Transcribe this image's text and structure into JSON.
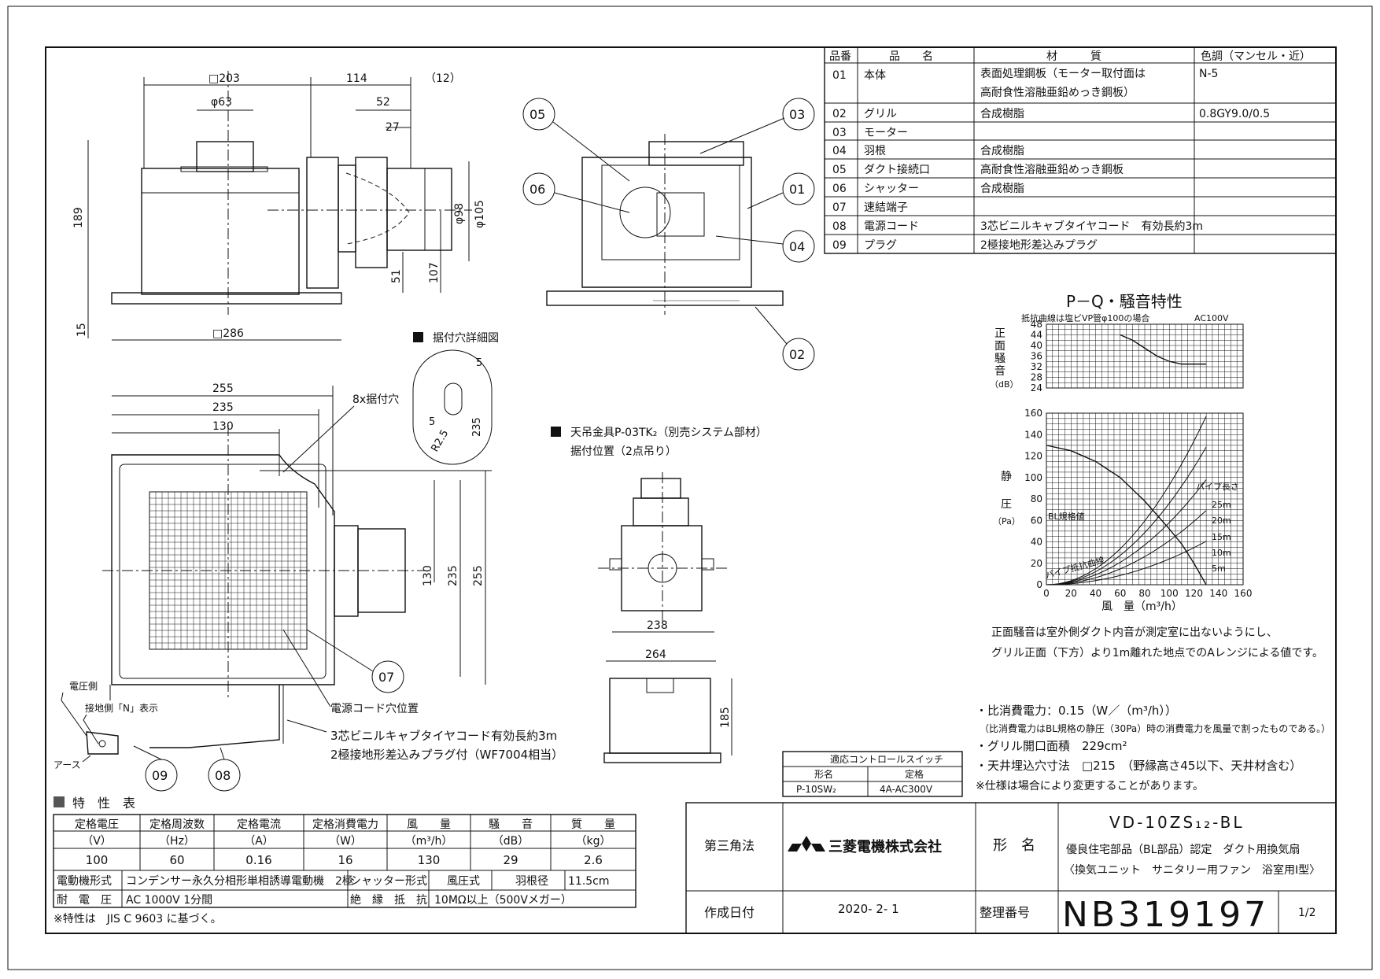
{
  "parts_table": {
    "headers": [
      "品番",
      "品　　名",
      "材　　　質",
      "色調（マンセル・近）"
    ],
    "rows": [
      {
        "no": "01",
        "name": "本体",
        "material": "表面処理鋼板（モーター取付面は",
        "material2": "高耐食性溶融亜鉛めっき鋼板）",
        "color": "N-5"
      },
      {
        "no": "02",
        "name": "グリル",
        "material": "合成樹脂",
        "material2": "",
        "color": "0.8GY9.0/0.5"
      },
      {
        "no": "03",
        "name": "モーター",
        "material": "",
        "material2": "",
        "color": ""
      },
      {
        "no": "04",
        "name": "羽根",
        "material": "合成樹脂",
        "material2": "",
        "color": ""
      },
      {
        "no": "05",
        "name": "ダクト接続口",
        "material": "高耐食性溶融亜鉛めっき鋼板",
        "material2": "",
        "color": ""
      },
      {
        "no": "06",
        "name": "シャッター",
        "material": "合成樹脂",
        "material2": "",
        "color": ""
      },
      {
        "no": "07",
        "name": "速結端子",
        "material": "",
        "material2": "",
        "color": ""
      },
      {
        "no": "08",
        "name": "電源コード",
        "material": "3芯ビニルキャブタイヤコード　有効長約3m",
        "material2": "",
        "color": ""
      },
      {
        "no": "09",
        "name": "プラグ",
        "material": "2極接地形差込みプラグ",
        "material2": "",
        "color": ""
      }
    ]
  },
  "drawing": {
    "dims_side": {
      "d203": "□203",
      "d114": "114",
      "d12": "（12）",
      "d63": "φ63",
      "d52": "52",
      "d27": "27",
      "d189": "189",
      "d98": "φ98",
      "d105": "φ105",
      "d51": "51",
      "d107": "107",
      "d15": "15",
      "d286": "□286"
    },
    "dims_bottom": {
      "d255": "255",
      "d235": "235",
      "d130": "130",
      "holes": "8x据付穴",
      "v130": "130",
      "v235": "235",
      "v255": "255"
    },
    "hole_detail": {
      "title": "据付穴詳細図",
      "d5a": "5",
      "d5b": "5",
      "r25": "R2.5",
      "d235": "235"
    },
    "hanger": {
      "title": "天吊金具P-03TK₂（別売システム部材）",
      "subtitle": "据付位置（2点吊り）",
      "d238": "238",
      "d264": "264",
      "d185": "185"
    },
    "callouts": {
      "c01": "01",
      "c02": "02",
      "c03": "03",
      "c04": "04",
      "c05": "05",
      "c06": "06",
      "c07": "07",
      "c08": "08",
      "c09": "09"
    },
    "labels": {
      "volt_side": "電圧側",
      "ground_side": "接地側「N」表示",
      "earth": "アース",
      "cord_hole": "電源コード穴位置",
      "cord_note1": "3芯ビニルキャブタイヤコード有効長約3m",
      "cord_note2": "2極接地形差込みプラグ付（WF7004相当）"
    }
  },
  "pq_chart": {
    "title": "P－Q・騒音特性",
    "noise_note": "抵抗曲線は塩ビVP管φ100の場合",
    "voltage": "AC100V",
    "noise_ylabel": [
      "正",
      "面",
      "騒",
      "音"
    ],
    "noise_unit": "（dB）",
    "static_ylabel": [
      "静",
      "圧"
    ],
    "static_unit": "（Pa）",
    "xlabel": "風　量（m³/h）",
    "pipe_title": "パイプ長さ",
    "bl_label": "BL規格値",
    "resist_label": "パイプ抵抗曲線",
    "pipes": [
      "25m",
      "20m",
      "15m",
      "10m",
      "5m"
    ]
  },
  "chart_data": {
    "type": "line",
    "title": "P－Q・騒音特性",
    "xlabel": "風　量（m³/h）",
    "x_ticks": [
      0,
      20,
      40,
      60,
      80,
      100,
      120,
      140,
      160
    ],
    "noise": {
      "ylim": [
        24,
        48
      ],
      "y_ticks": [
        48,
        44,
        40,
        36,
        32,
        28,
        24
      ],
      "y_ticks_shown": [
        24,
        28,
        32,
        36,
        40,
        44,
        48
      ],
      "x": [
        60,
        70,
        80,
        90,
        100,
        110,
        120,
        130
      ],
      "values": [
        44,
        42,
        39,
        36,
        34,
        33,
        33,
        33
      ]
    },
    "static_pressure": {
      "ylim": [
        0,
        160
      ],
      "y_ticks": [
        0,
        20,
        40,
        60,
        80,
        100,
        120,
        140,
        160
      ],
      "x": [
        0,
        20,
        40,
        60,
        80,
        100,
        110,
        120,
        130
      ],
      "values": [
        130,
        125,
        115,
        100,
        78,
        52,
        38,
        20,
        0
      ]
    },
    "pipe_curves": [
      {
        "name": "25m",
        "k": 0.0093
      },
      {
        "name": "20m",
        "k": 0.0076
      },
      {
        "name": "15m",
        "k": 0.0058
      },
      {
        "name": "10m",
        "k": 0.0041
      },
      {
        "name": "5m",
        "k": 0.0024
      }
    ]
  },
  "notes": {
    "n1": "正面騒音は室外側ダクト内音が測定室に出ないようにし、",
    "n2": "グリル正面（下方）より1m離れた地点でのAレンジによる値です。",
    "power": "・比消費電力：0.15（W／（m³/h））",
    "power_note": "（比消費電力はBL規格の静圧（30Pa）時の消費電力を風量で割ったものである。）",
    "grille": "・グリル開口面積　229cm²",
    "ceiling": "・天井埋込穴寸法　□215　（野縁高さ45以下、天井材含む）",
    "change": "※仕様は場合により変更することがあります。"
  },
  "switch_table": {
    "title": "適応コントロールスイッチ",
    "h1": "形名",
    "h2": "定格",
    "v1": "P-10SW₂",
    "v2": "4A-AC300V"
  },
  "spec_table": {
    "title": "特　性　表",
    "headers": [
      [
        "定格電圧",
        "（V）"
      ],
      [
        "定格周波数",
        "（Hz）"
      ],
      [
        "定格電流",
        "（A）"
      ],
      [
        "定格消費電力",
        "（W）"
      ],
      [
        "風　　量",
        "（m³/h）"
      ],
      [
        "騒　　音",
        "（dB）"
      ],
      [
        "質　　量",
        "（kg）"
      ]
    ],
    "values": [
      "100",
      "60",
      "0.16",
      "16",
      "130",
      "29",
      "2.6"
    ],
    "motor_label": "電動機形式",
    "motor_value": "コンデンサー永久分相形単相誘導電動機　2極",
    "shutter_label": "シャッター形式",
    "shutter_value": "風圧式",
    "blade_label": "羽根径",
    "blade_value": "11.5cm",
    "withstand_label": "耐　電　圧",
    "withstand_value": "AC 1000V 1分間",
    "insulation_label": "絶　縁　抵　抗",
    "insulation_value": "10MΩ以上（500Vメガー）",
    "footnote": "※特性は　JIS C 9603 に基づく。"
  },
  "title_block": {
    "projection": "第三角法",
    "company": "三菱電機株式会社",
    "model_label": "形　名",
    "model": "VD-10ZS₁₂-BL",
    "desc1": "優良住宅部品（BL部品）認定　ダクト用換気扇",
    "desc2": "〈換気ユニット　サニタリー用ファン　浴室用Ⅰ型〉",
    "date_label": "作成日付",
    "date": "2020- 2- 1",
    "number_label": "整理番号",
    "number": "NB319197",
    "page": "1/2"
  }
}
